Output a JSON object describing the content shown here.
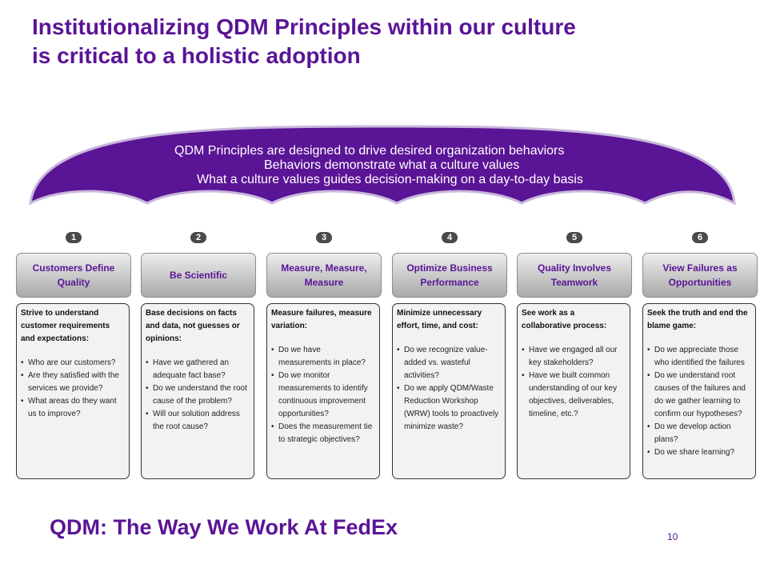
{
  "title": {
    "line1": "Institutionalizing QDM Principles within our culture",
    "line2": "is critical to a holistic adoption"
  },
  "arch": {
    "lines": [
      "QDM Principles are designed to drive desired organization behaviors",
      "Behaviors demonstrate what a culture values",
      "What a culture values guides decision-making on a day-to-day basis"
    ],
    "color": "#5a1496"
  },
  "principles": [
    {
      "number": "1",
      "heading_lines": [
        "Customers Define",
        "Quality"
      ],
      "intro": "Strive to understand customer requirements and expectations:",
      "bullets": [
        "Who are our customers?",
        "Are they satisfied with the services we provide?",
        "What areas do they want us to improve?"
      ]
    },
    {
      "number": "2",
      "heading_lines": [
        "Be Scientific"
      ],
      "intro": "Base decisions on facts and data, not guesses or opinions:",
      "bullets": [
        "Have we gathered an adequate fact base?",
        "Do we understand the root cause of the problem?",
        "Will our solution address the root cause?"
      ]
    },
    {
      "number": "3",
      "heading_lines": [
        "Measure, Measure,",
        "Measure"
      ],
      "intro": "Measure failures, measure variation:",
      "bullets": [
        "Do we have measurements in place?",
        "Do we monitor measurements to identify continuous improvement opportunities?",
        "Does the measurement tie to strategic objectives?"
      ]
    },
    {
      "number": "4",
      "heading_lines": [
        "Optimize Business",
        "Performance"
      ],
      "intro": "Minimize unnecessary effort, time, and cost:",
      "bullets": [
        "Do we recognize value-added vs. wasteful activities?",
        "Do we apply QDM/Waste Reduction Workshop (WRW) tools to proactively minimize waste?"
      ]
    },
    {
      "number": "5",
      "heading_lines": [
        "Quality Involves",
        "Teamwork"
      ],
      "intro": "See work as a collaborative process:",
      "bullets": [
        "Have we engaged all our key stakeholders?",
        "Have we built common understanding of our key objectives, deliverables, timeline, etc.?"
      ]
    },
    {
      "number": "6",
      "heading_lines": [
        "View Failures as",
        "Opportunities"
      ],
      "intro": "Seek the truth and end the blame game:",
      "bullets": [
        "Do we appreciate those who identified the failures",
        "Do we understand root causes of the failures and do we gather learning to confirm our hypotheses?",
        "Do we develop action plans?",
        "Do we share learning?"
      ]
    }
  ],
  "footer": {
    "tagline": "QDM:  The Way We Work At FedEx"
  },
  "page_number": "10"
}
